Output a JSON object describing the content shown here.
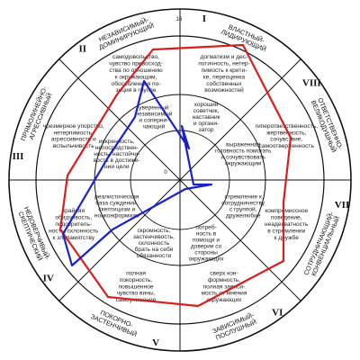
{
  "scale": {
    "outer": "16",
    "center": "0"
  },
  "octants": [
    {
      "id": "I",
      "roman": "I",
      "title": [
        "ВЛАСТНЫЙ-",
        "ЛИДИРУЮЩИЙ"
      ],
      "outer": [
        "догматизм и дес-",
        "потичность, нетер-",
        "пимость к крити-",
        "ке, переоценка",
        "собственных",
        "возможностей"
      ],
      "inner": [
        "хороший",
        "советчик,",
        "наставник",
        "и органи-",
        "затор"
      ]
    },
    {
      "id": "VIII",
      "roman": "VIII",
      "title": [
        "ОТВЕТСТВЕННО-",
        "ВЕЛИКОДУШНЫЙ"
      ],
      "outer": [
        "гиперответственность,",
        "жертвенность,",
        "сочувствие,",
        "самоотверженность"
      ],
      "inner": [
        "выраженная",
        "готовность помогать",
        "и сочувствовать",
        "окружающим"
      ]
    },
    {
      "id": "VII",
      "roman": "VII",
      "title": [
        "СОТРУДНИЧАЮЩИЙ-",
        "КОНВЕНЦИАЛЬНЫЙ"
      ],
      "outer": [
        "компромиссное",
        "поведение,",
        "неадекватность",
        "в стремлении",
        "к дружбе"
      ],
      "inner": [
        "стремление к",
        "сотрудничеству",
        "с группой,",
        "дружелюбие"
      ]
    },
    {
      "id": "VI",
      "roman": "VI",
      "title": [
        "ЗАВИСИМЫЙ-",
        "ПОСЛУШНЫЙ"
      ],
      "outer": [
        "сверх кон-",
        "формность,",
        "полная зависи-",
        "мость от мнения",
        "окружающих"
      ],
      "inner": [
        "потреб-",
        "ность в",
        "помощи и",
        "доверии со",
        "стороны",
        "окружающих"
      ]
    },
    {
      "id": "V",
      "roman": "V",
      "title": [
        "ПОКОРНО-",
        "ЗАСТЕНЧИВЫЙ"
      ],
      "outer": [
        "полная",
        "покорность,",
        "повышенное",
        "чувство вины,",
        "самоунижение"
      ],
      "inner": [
        "скромность,",
        "застенчивость,",
        "склонность",
        "брать на себя",
        "обязанности"
      ]
    },
    {
      "id": "IV",
      "roman": "IV",
      "title": [
        "НЕДОВЕРЧИВЫЙ-",
        "СКЕПТИЧЕСКИЙ"
      ],
      "outer": [
        "крайняя",
        "обидчивость,",
        "подозритель-",
        "ность, склонность",
        "к злопамятству"
      ],
      "inner": [
        "реалистическая",
        "база суждений,",
        "скептицизм и",
        "нонконформизм"
      ]
    },
    {
      "id": "III",
      "roman": "III",
      "title": [
        "ПРЯМОЛИНЕЙНО-",
        "АГРЕССИВНЫЙ"
      ],
      "outer": [
        "чрезмерное упорство,",
        "нетерпимость,",
        "агрессивность и",
        "вспыльчивость"
      ],
      "inner": [
        "искренность,",
        "непосредствен-",
        "ность, настойчи-",
        "вость в достиже-",
        "нии цели"
      ]
    },
    {
      "id": "II",
      "roman": "II",
      "title": [
        "НЕЗАВИСИМЫЙ-",
        "ДОМИНИРУЮЩИЙ"
      ],
      "outer": [
        "самодовольство,",
        "чувство превосход-",
        "ства по отношению",
        "к окружающим,",
        "обособленная по-",
        "зиция в группе"
      ],
      "inner": [
        "уверенный",
        "независимый",
        "и соперни-",
        "чающий"
      ]
    }
  ],
  "profiles": [
    {
      "name": "",
      "color": "#d42020",
      "points": [
        [
          -3,
          14.5
        ],
        [
          7,
          15
        ],
        [
          12.3,
          4.7
        ],
        [
          11.5,
          -2.5
        ],
        [
          11.5,
          -9
        ],
        [
          2,
          -14
        ],
        [
          -8,
          -13
        ],
        [
          -13.3,
          -5.5
        ],
        [
          -12.5,
          0.5
        ],
        [
          -7,
          9.5
        ]
      ]
    },
    {
      "name": "",
      "color": "#1a22c8",
      "points": [
        [
          -4,
          11
        ],
        [
          1,
          3.5
        ],
        [
          0.2,
          6
        ],
        [
          1.5,
          -0.5
        ],
        [
          3.5,
          -0.5
        ],
        [
          0.6,
          -1
        ],
        [
          -7.5,
          -5.5
        ],
        [
          -12,
          -9.5
        ],
        [
          -13,
          -6
        ],
        [
          -8,
          2.5
        ],
        [
          -5,
          7
        ]
      ]
    }
  ]
}
